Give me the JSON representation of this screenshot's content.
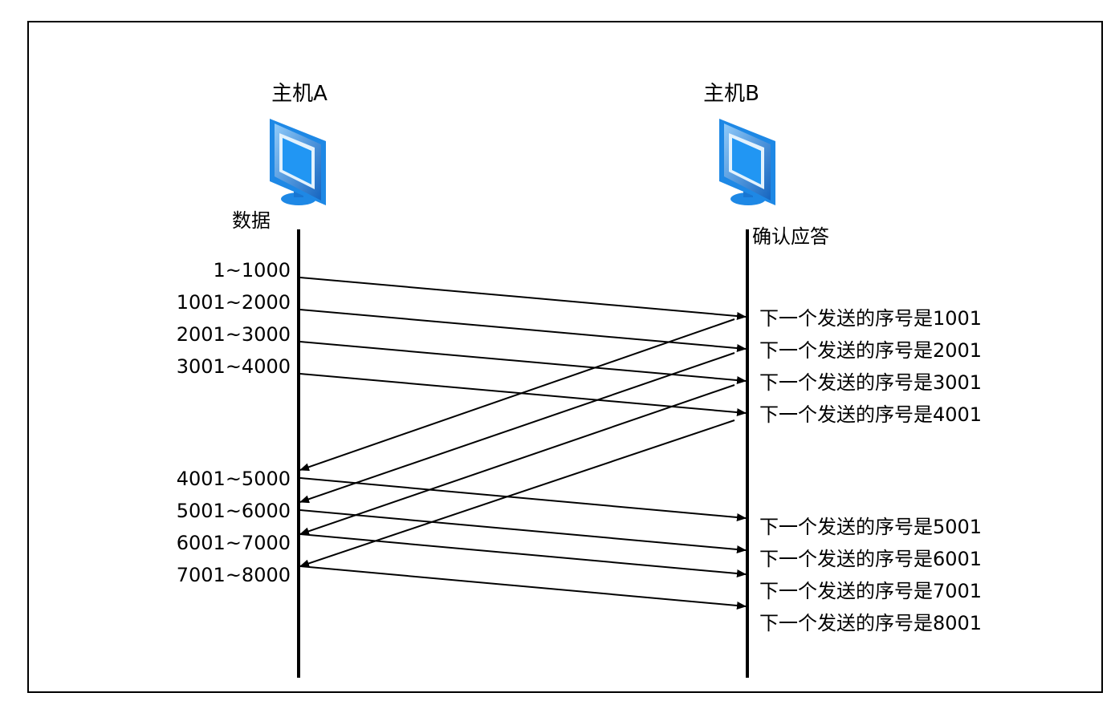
{
  "host_a": {
    "title": "主机A",
    "caption": "数据",
    "icon": "computer-monitor-icon"
  },
  "host_b": {
    "title": "主机B",
    "caption": "确认应答",
    "icon": "computer-monitor-icon"
  },
  "data_segments": [
    "1~1000",
    "1001~2000",
    "2001~3000",
    "3001~4000",
    "4001~5000",
    "5001~6000",
    "6001~7000",
    "7001~8000"
  ],
  "acks": [
    "下一个发送的序号是1001",
    "下一个发送的序号是2001",
    "下一个发送的序号是3001",
    "下一个发送的序号是4001",
    "下一个发送的序号是5001",
    "下一个发送的序号是6001",
    "下一个发送的序号是7001",
    "下一个发送的序号是8001"
  ],
  "colors": {
    "line": "#000000",
    "monitor_blue": "#1e88e5",
    "monitor_light": "#64b5f6"
  }
}
